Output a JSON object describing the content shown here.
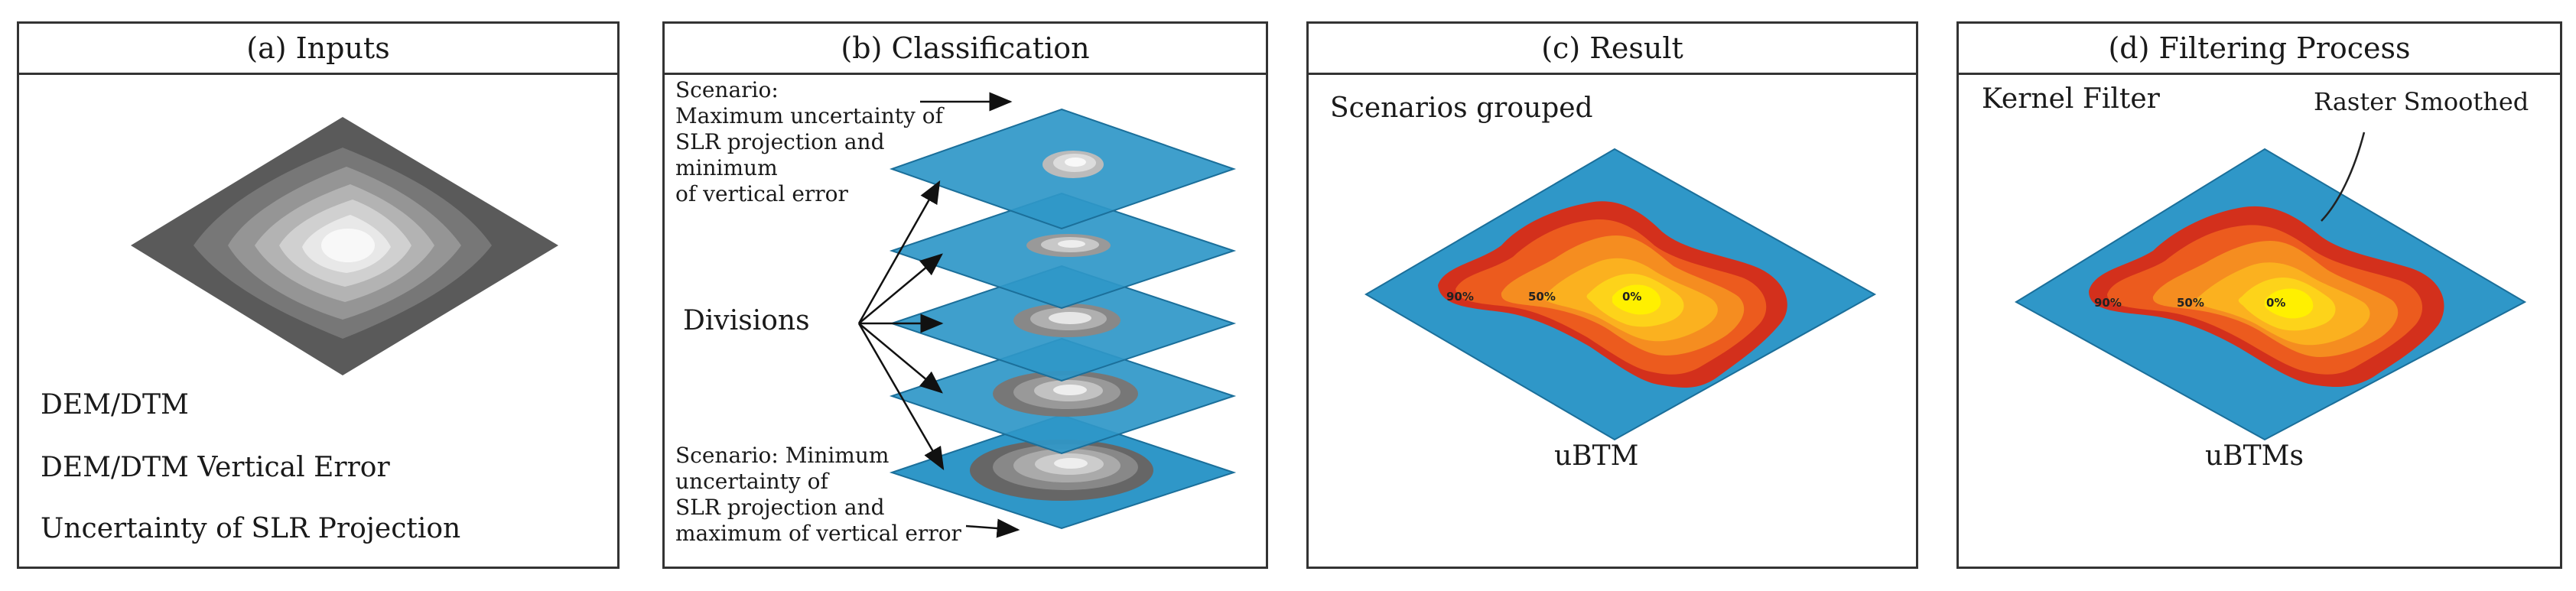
{
  "panels": {
    "a": {
      "title": "(a) Inputs",
      "items": [
        "DEM/DTM",
        "DEM/DTM  Vertical Error",
        "Uncertainty of SLR Projection"
      ]
    },
    "b": {
      "title": "(b) Classification",
      "scenario_top": [
        "Scenario:",
        "Maximum uncertainty of",
        "SLR projection  and",
        "minimum",
        "of vertical error"
      ],
      "divisions_label": "Divisions",
      "scenario_bottom": [
        "Scenario: Minimum",
        "uncertainty of",
        "SLR projection  and",
        "maximum of vertical error"
      ]
    },
    "c": {
      "title": "(c) Result",
      "subtitle": "Scenarios grouped",
      "map_labels": [
        "90%",
        "50%",
        "0%"
      ],
      "caption": "uBTM"
    },
    "d": {
      "title": "(d) Filtering Process",
      "subtitle": "Kernel Filter",
      "callout": "Raster Smoothed",
      "map_labels": [
        "90%",
        "50%",
        "0%"
      ],
      "caption": "uBTMs"
    }
  },
  "colors": {
    "layer_blue": "#2f97c8",
    "layer_edge": "#1b6f9a",
    "heat": [
      "#d3301c",
      "#ec5b1e",
      "#f58d20",
      "#fbb11f",
      "#fdd31a",
      "#fff000"
    ],
    "gray": [
      "#555555",
      "#777777",
      "#999999",
      "#bbbbbb",
      "#dddddd",
      "#f6f6f6"
    ]
  }
}
